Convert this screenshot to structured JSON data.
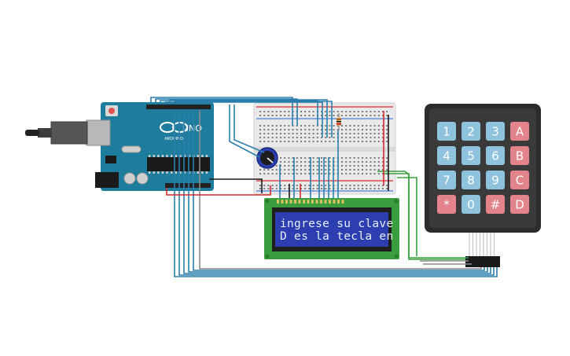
{
  "arduino": {
    "model_label": "UNO",
    "brand_label": "ARDUINO",
    "colors": {
      "board": "#1e7c9c",
      "header": "#222222"
    }
  },
  "lcd": {
    "line1": "ingrese su clave",
    "line2": "D es la tecla en",
    "colors": {
      "pcb": "#3a9d3e",
      "screen": "#2d3fb0",
      "text": "#e8eefc"
    }
  },
  "keypad": {
    "keys": [
      {
        "label": "1",
        "type": "num"
      },
      {
        "label": "2",
        "type": "num"
      },
      {
        "label": "3",
        "type": "num"
      },
      {
        "label": "A",
        "type": "func"
      },
      {
        "label": "4",
        "type": "num"
      },
      {
        "label": "5",
        "type": "num"
      },
      {
        "label": "6",
        "type": "num"
      },
      {
        "label": "B",
        "type": "func"
      },
      {
        "label": "7",
        "type": "num"
      },
      {
        "label": "8",
        "type": "num"
      },
      {
        "label": "9",
        "type": "num"
      },
      {
        "label": "C",
        "type": "func"
      },
      {
        "label": "*",
        "type": "func"
      },
      {
        "label": "0",
        "type": "num"
      },
      {
        "label": "#",
        "type": "func"
      },
      {
        "label": "D",
        "type": "func"
      }
    ],
    "colors": {
      "body": "#2c2c2c",
      "num_key": "#8fc3dd",
      "func_key": "#e3848c"
    }
  },
  "wire_colors": {
    "blue": "#2b7fae",
    "green": "#3aa040",
    "red": "#d42a2a",
    "black": "#1b1b1b",
    "gray": "#8a8a8a"
  }
}
